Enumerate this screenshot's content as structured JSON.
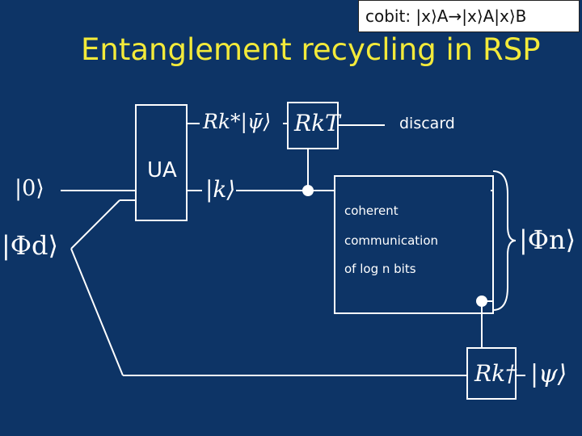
{
  "header": {
    "cobit_label": "cobit: |x⟩A→|x⟩A|x⟩B",
    "title": "Entanglement recycling in RSP"
  },
  "diagram": {
    "input_zero": "|0⟩",
    "input_phi_d": "|Φd⟩",
    "unitary_label": "UA",
    "rk_star_psi": "Rk*|ψ̄⟩",
    "rk_transpose": "RkT",
    "discard_label": "discard",
    "k_label": "|k⟩",
    "coherent_lines": [
      "coherent",
      "communication",
      "of log n bits"
    ],
    "phi_n_label": "|Φn⟩",
    "rk_dagger": "Rk†",
    "psi_out": "|ψ⟩"
  },
  "colors": {
    "background": "#0d3466",
    "title": "#f3ea3a",
    "lines": "#ffffff"
  }
}
